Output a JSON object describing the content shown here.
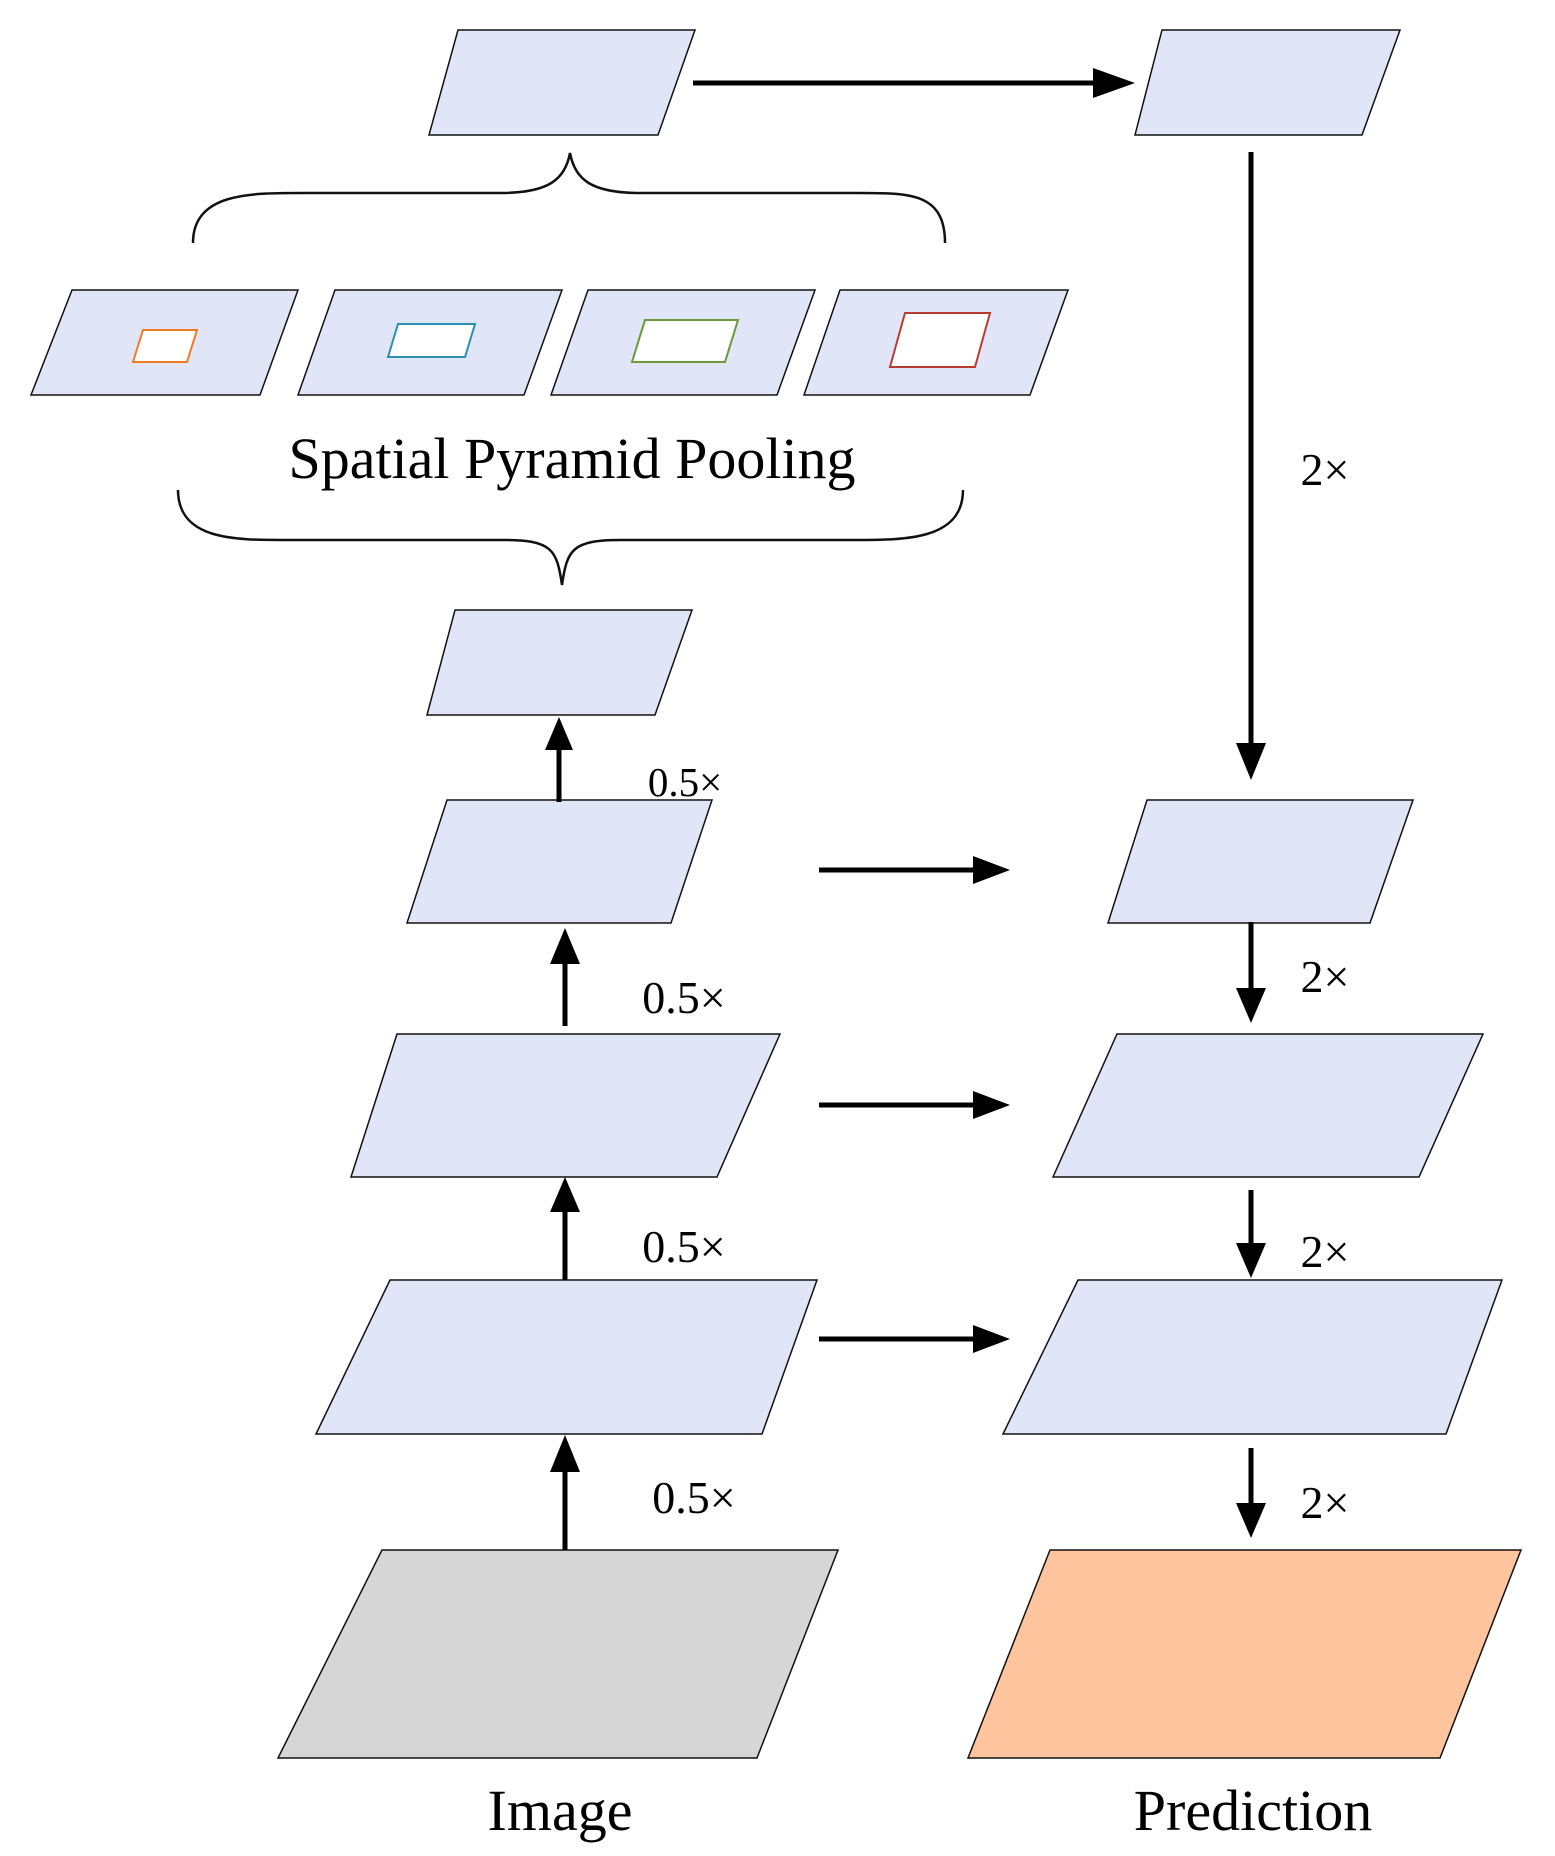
{
  "labels": {
    "spp_title": "Spatial Pyramid Pooling",
    "input_label": "Image",
    "output_label": "Prediction",
    "downsample_1": "0.5×",
    "downsample_2": "0.5×",
    "downsample_3": "0.5×",
    "downsample_4": "0.5×",
    "upsample_1": "2×",
    "upsample_2": "2×",
    "upsample_3": "2×",
    "upsample_4": "2×"
  },
  "colors": {
    "feature_map": "#e1e5f8",
    "input_image": "#d6d6d6",
    "prediction": "#fdc49e",
    "pool_1": "#f07c22",
    "pool_2": "#2a8fb0",
    "pool_3": "#6a9a3a",
    "pool_4": "#b83c32"
  }
}
